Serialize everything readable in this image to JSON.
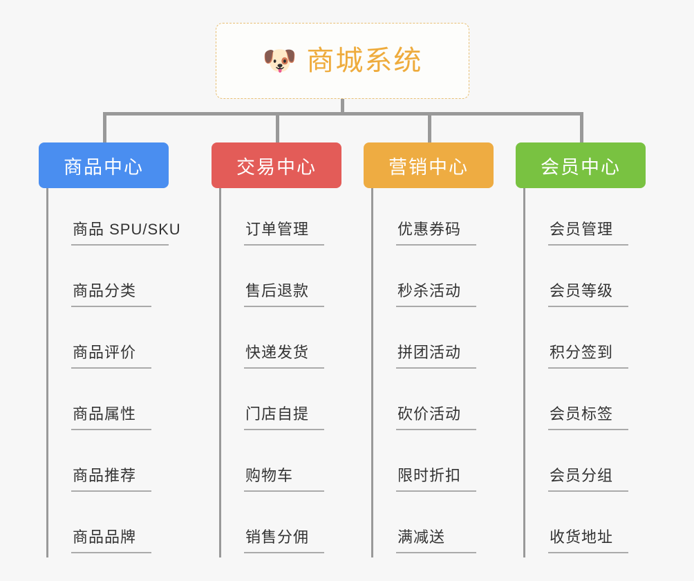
{
  "diagram": {
    "type": "mind-map",
    "background_color": "#f7f7f7",
    "root": {
      "icon": "dog-face-emoji",
      "icon_glyph": "🐶",
      "title": "商城系统",
      "text_color": "#eeab3c",
      "border_color": "#e8bf73",
      "border_style": "dashed"
    },
    "connector_color": "#999999",
    "categories": [
      {
        "label": "商品中心",
        "color": "#4a8ef0",
        "items": [
          "商品 SPU/SKU",
          "商品分类",
          "商品评价",
          "商品属性",
          "商品推荐",
          "商品品牌"
        ]
      },
      {
        "label": "交易中心",
        "color": "#e35c58",
        "items": [
          "订单管理",
          "售后退款",
          "快递发货",
          "门店自提",
          "购物车",
          "销售分佣"
        ]
      },
      {
        "label": "营销中心",
        "color": "#eeac42",
        "items": [
          "优惠券码",
          "秒杀活动",
          "拼团活动",
          "砍价活动",
          "限时折扣",
          "满减送"
        ]
      },
      {
        "label": "会员中心",
        "color": "#79c241",
        "items": [
          "会员管理",
          "会员等级",
          "积分签到",
          "会员标签",
          "会员分组",
          "收货地址"
        ]
      }
    ]
  }
}
